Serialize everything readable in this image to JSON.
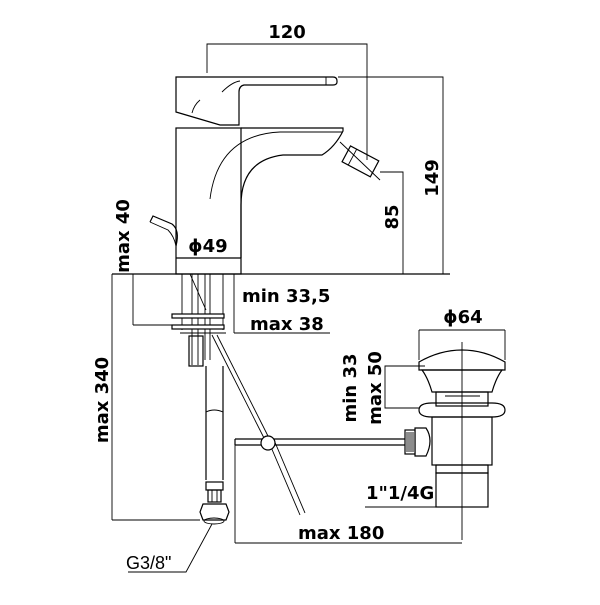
{
  "drawing": {
    "title": "Bidet mixer technical drawing",
    "colors": {
      "line": "#000000",
      "background": "#ffffff"
    },
    "dimensions": {
      "width_overall": "120",
      "height_overall": "149",
      "spout_height": "85",
      "base_diameter": "ϕ49",
      "lever_clearance": "max 40",
      "deck_thickness_min": "min 33,5",
      "deck_thickness_max": "max 38",
      "hose_length": "max 340",
      "waste_diameter": "ϕ64",
      "waste_height_min": "min 33",
      "waste_height_max": "max 50",
      "waste_thread": "1\"1/4G",
      "rod_length": "max 180",
      "hose_thread": "G3/8\""
    }
  }
}
